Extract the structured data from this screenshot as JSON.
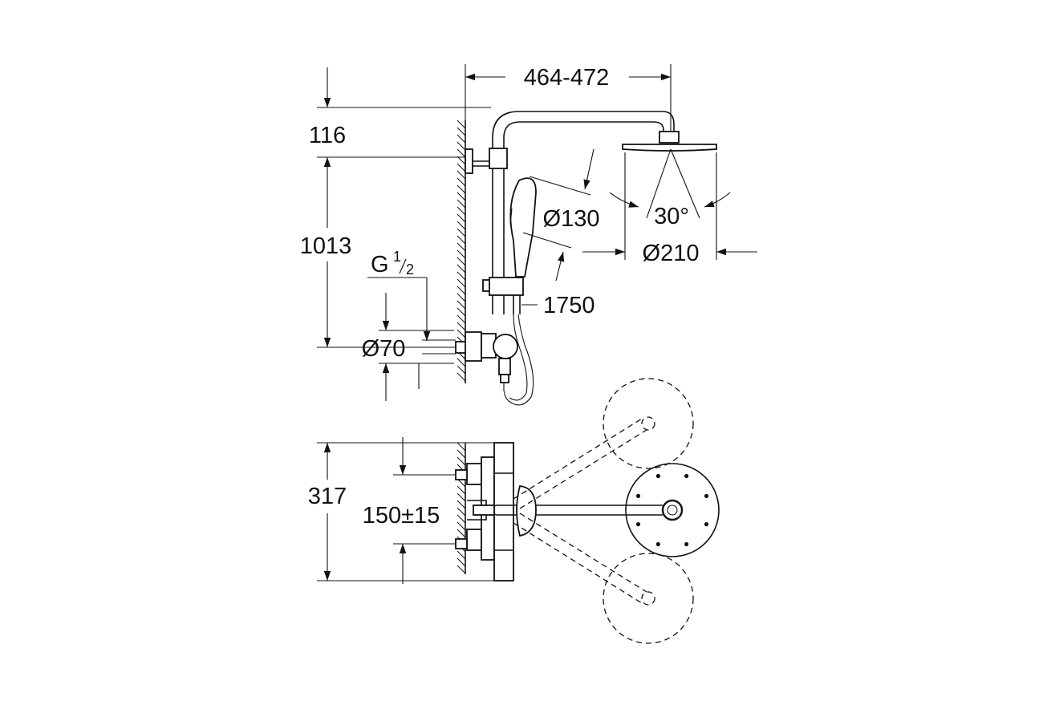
{
  "dimensions": {
    "width_range": "464-472",
    "pipe_offset": "116",
    "height": "1013",
    "thread_main": "G",
    "thread_num": "1",
    "thread_den": "2",
    "hand_shower_diameter": "Ø130",
    "head_shower_diameter": "Ø210",
    "hose_length": "1750",
    "rosette_diameter": "Ø70",
    "swivel_angle": "30°",
    "depth": "317",
    "inlet_spacing": "150±15"
  }
}
